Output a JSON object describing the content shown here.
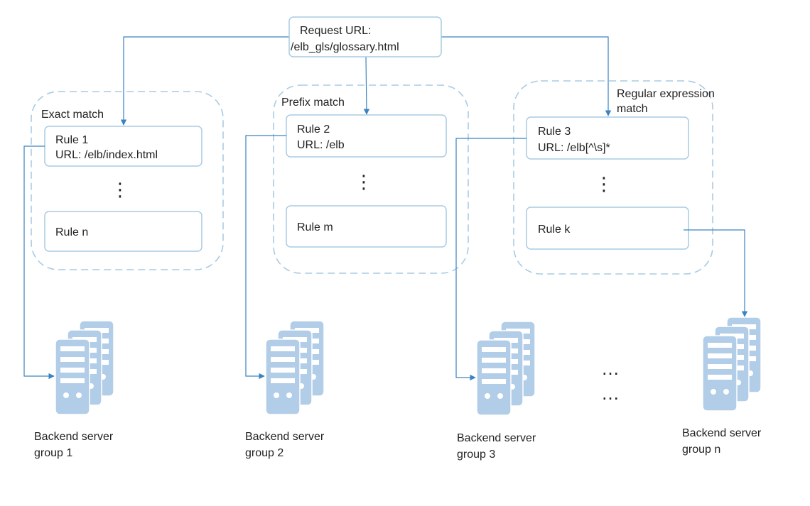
{
  "request": {
    "line1": "Request URL:",
    "line2": "/elb_gls/glossary.html"
  },
  "groups": [
    {
      "label": "Exact match"
    },
    {
      "label": "Prefix match"
    },
    {
      "label_line1": "Regular expression",
      "label_line2": "match"
    }
  ],
  "rules": {
    "exact_top": {
      "line1": "Rule 1",
      "line2": "URL: /elb/index.html"
    },
    "exact_bottom": "Rule n",
    "prefix_top": {
      "line1": "Rule 2",
      "line2": "URL: /elb"
    },
    "prefix_bottom": "Rule m",
    "regex_top": {
      "line1": "Rule 3",
      "line2": "URL: /elb[^\\s]*"
    },
    "regex_bottom": "Rule k"
  },
  "vertical_ellipsis": "⋮",
  "ellipsis": "…",
  "servers": [
    {
      "line1": "Backend server",
      "line2": "group 1"
    },
    {
      "line1": "Backend server",
      "line2": "group 2"
    },
    {
      "line1": "Backend server",
      "line2": "group 3"
    },
    {
      "line1": "Backend server",
      "line2": "group n"
    }
  ],
  "colors": {
    "connector": "#3b83c0",
    "rule_border": "#a9cbe4",
    "server": "#b1cde7"
  }
}
